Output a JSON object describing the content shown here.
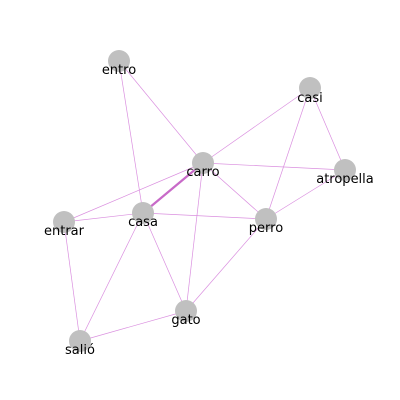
{
  "colors": {
    "background": "#ffffff",
    "node_fill": "#c0c0c0",
    "edge": "#da8fdf",
    "edge_strong": "#c86ac8",
    "label": "#000000"
  },
  "graph": {
    "nodes": [
      {
        "id": "entro",
        "label": "entro"
      },
      {
        "id": "casi",
        "label": "casi"
      },
      {
        "id": "carro",
        "label": "carro"
      },
      {
        "id": "atropella",
        "label": "atropella"
      },
      {
        "id": "entrar",
        "label": "entrar"
      },
      {
        "id": "casa",
        "label": "casa"
      },
      {
        "id": "perro",
        "label": "perro"
      },
      {
        "id": "gato",
        "label": "gato"
      },
      {
        "id": "salio",
        "label": "salió"
      }
    ],
    "edges": [
      {
        "source": "entro",
        "target": "carro",
        "weight": 1
      },
      {
        "source": "entro",
        "target": "casa",
        "weight": 1
      },
      {
        "source": "casi",
        "target": "carro",
        "weight": 1
      },
      {
        "source": "casi",
        "target": "atropella",
        "weight": 1
      },
      {
        "source": "casi",
        "target": "perro",
        "weight": 1
      },
      {
        "source": "carro",
        "target": "atropella",
        "weight": 1
      },
      {
        "source": "carro",
        "target": "casa",
        "weight": 2
      },
      {
        "source": "carro",
        "target": "entrar",
        "weight": 1
      },
      {
        "source": "carro",
        "target": "perro",
        "weight": 1
      },
      {
        "source": "carro",
        "target": "gato",
        "weight": 1
      },
      {
        "source": "atropella",
        "target": "perro",
        "weight": 1
      },
      {
        "source": "entrar",
        "target": "casa",
        "weight": 1
      },
      {
        "source": "entrar",
        "target": "salio",
        "weight": 1
      },
      {
        "source": "casa",
        "target": "perro",
        "weight": 1
      },
      {
        "source": "casa",
        "target": "gato",
        "weight": 1
      },
      {
        "source": "casa",
        "target": "salio",
        "weight": 1
      },
      {
        "source": "perro",
        "target": "gato",
        "weight": 1
      },
      {
        "source": "gato",
        "target": "salio",
        "weight": 1
      }
    ]
  }
}
